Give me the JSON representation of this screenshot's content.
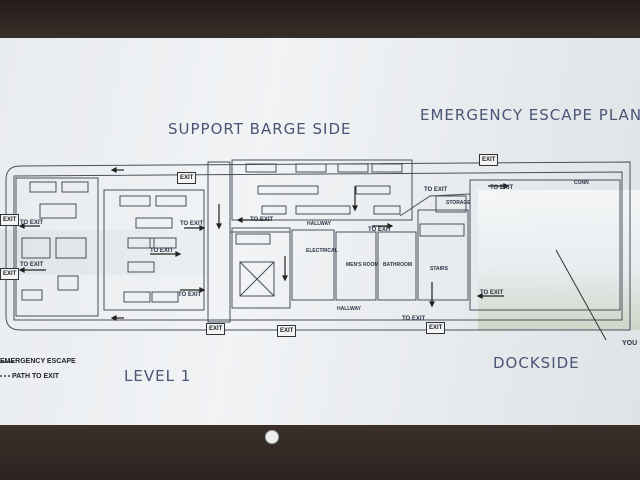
{
  "sign": {
    "title_left": "SUPPORT BARGE SIDE",
    "title_right": "EMERGENCY ESCAPE PLAN",
    "level": "LEVEL 1",
    "dockside": "DOCKSIDE",
    "you_marker": "YOU",
    "legend": {
      "escape": "EMERGENCY ESCAPE",
      "path": "PATH TO EXIT"
    },
    "exit_label": "EXIT",
    "to_exit_label": "TO EXIT",
    "rooms": {
      "hallway_1": "HALLWAY",
      "hallway_2": "HALLWAY",
      "electrical": "ELECTRICAL",
      "mens_room": "MEN'S ROOM",
      "bathroom": "BATHROOM",
      "stairs": "STAIRS",
      "storage": "STORAGE",
      "conn": "CONN"
    }
  }
}
